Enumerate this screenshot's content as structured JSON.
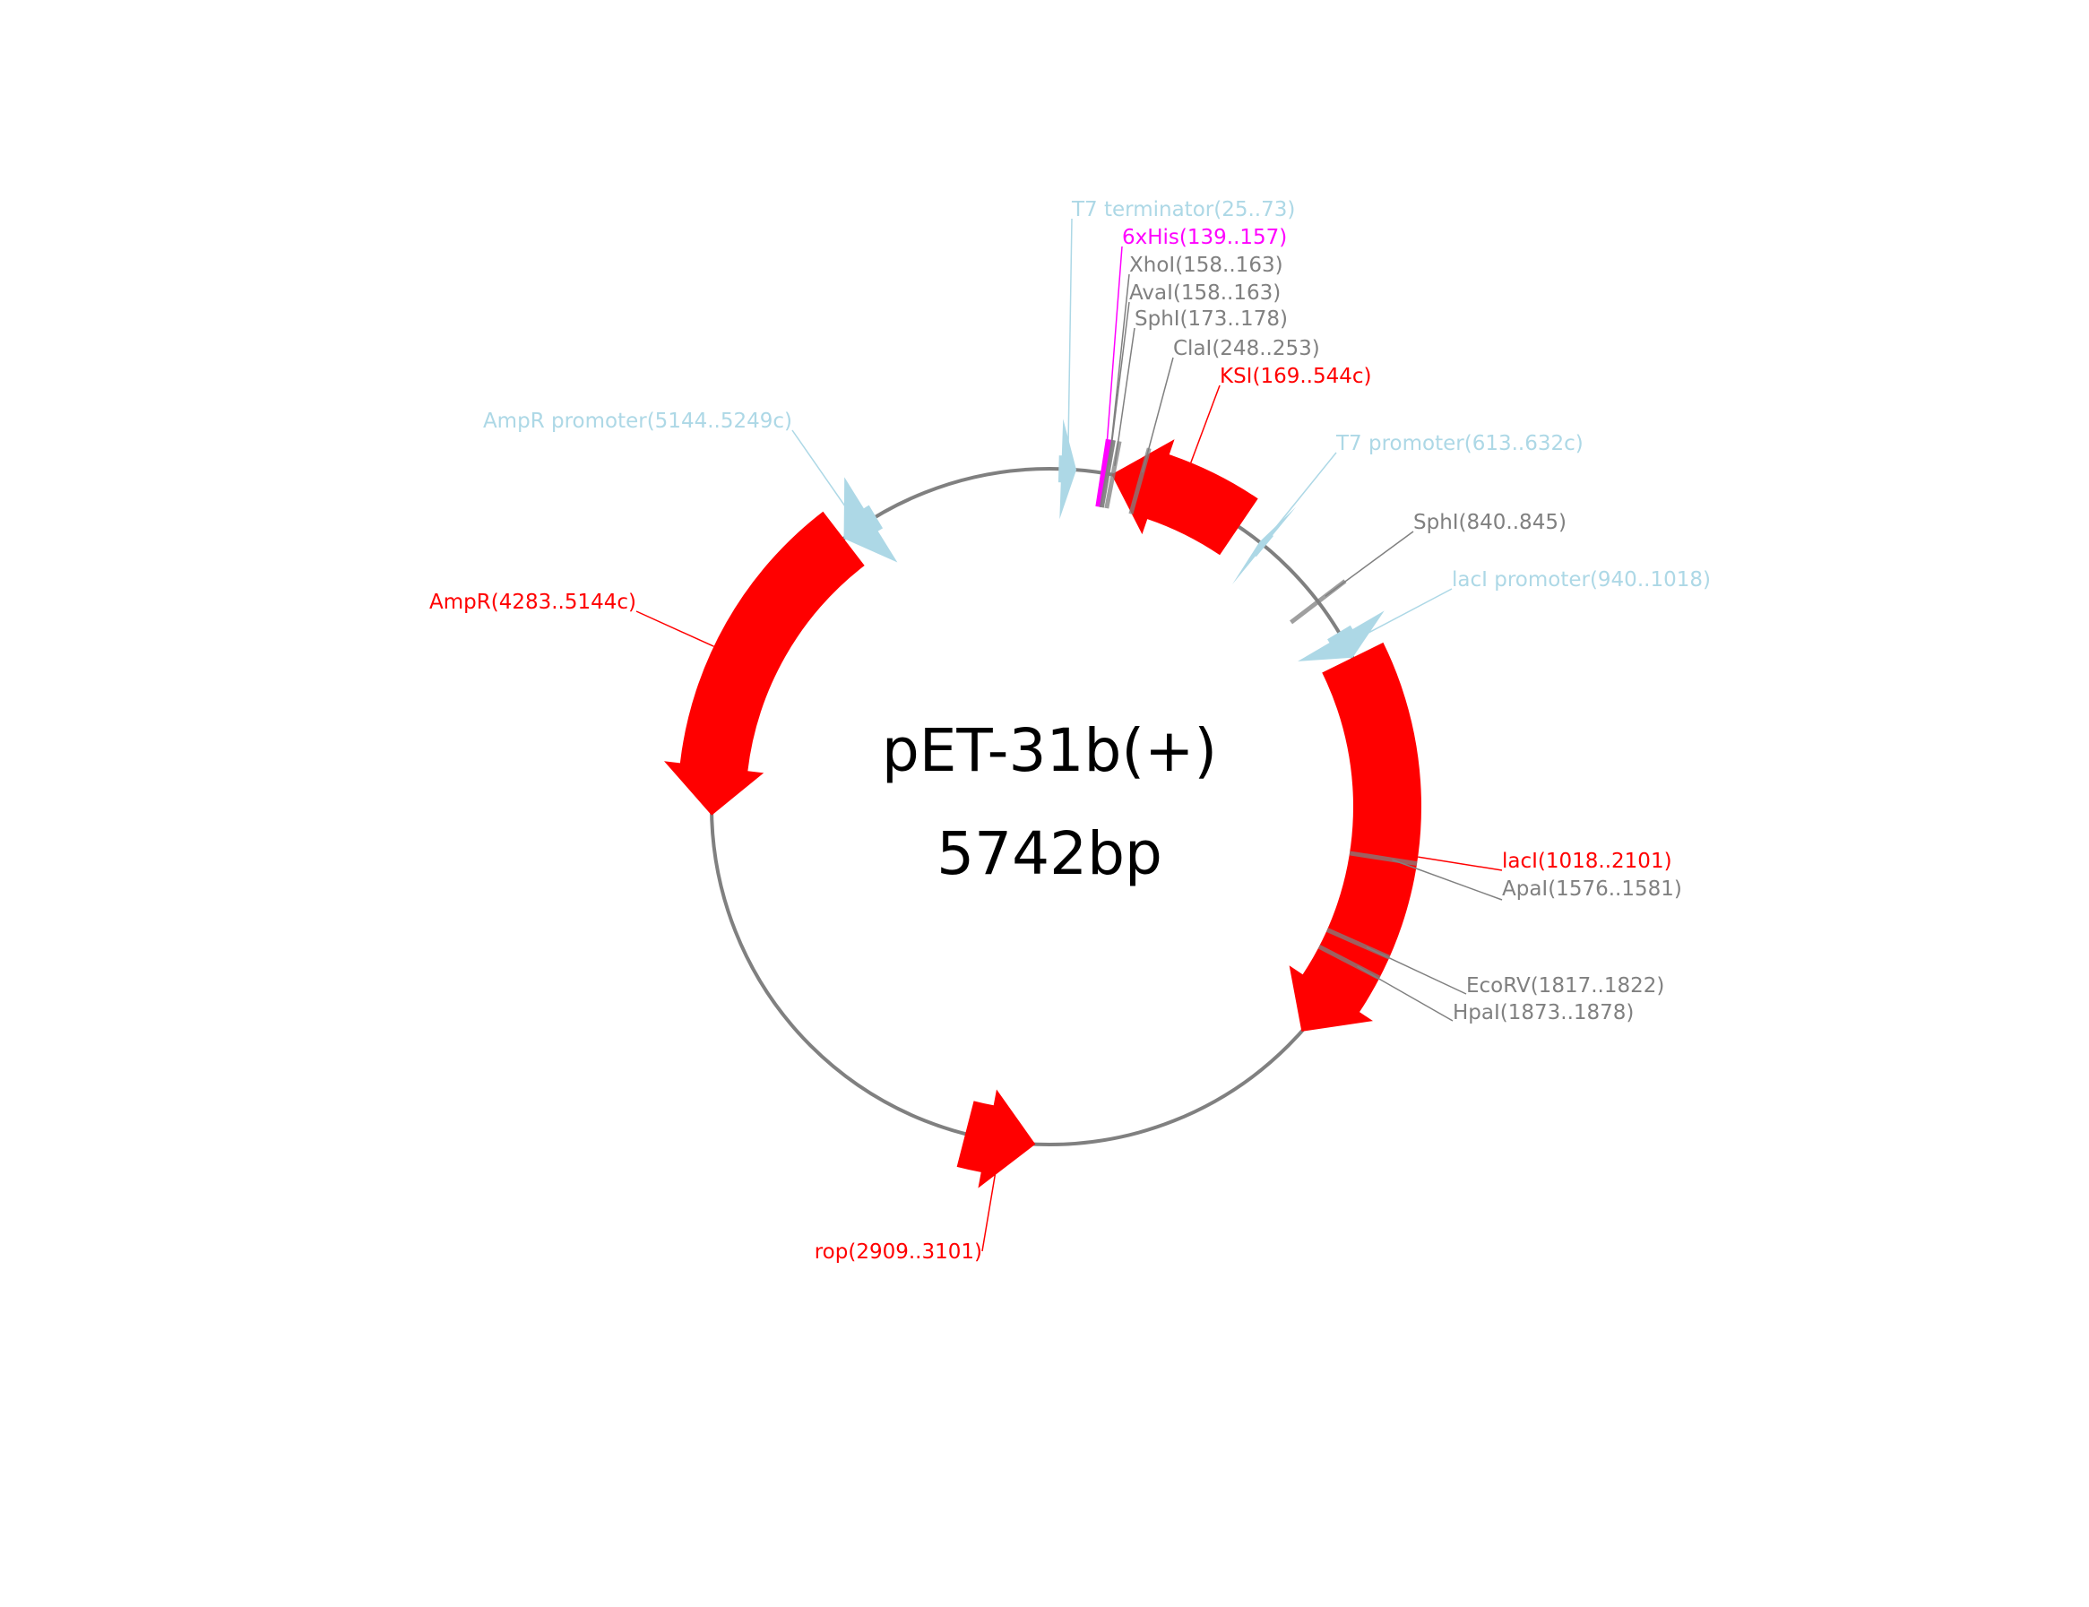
{
  "map": {
    "name": "pET-31b(+)",
    "length_label": "5742bp",
    "total_bp": 5742
  },
  "colors": {
    "backbone": "#808080",
    "cds": "#ff0000",
    "regulatory": "#add8e6",
    "tag": "#ff00ff",
    "site": "#808080"
  },
  "features": [
    {
      "name": "T7 terminator",
      "label": "T7 terminator(25..73)",
      "start": 25,
      "end": 73,
      "strand": 1,
      "kind": "regulatory"
    },
    {
      "name": "6xHis",
      "label": "6xHis(139..157)",
      "start": 139,
      "end": 157,
      "strand": 1,
      "kind": "tag"
    },
    {
      "name": "KSI",
      "label": "KSI(169..544c)",
      "start": 169,
      "end": 544,
      "strand": -1,
      "kind": "cds"
    },
    {
      "name": "T7 promoter",
      "label": "T7 promoter(613..632c)",
      "start": 613,
      "end": 632,
      "strand": -1,
      "kind": "regulatory"
    },
    {
      "name": "lacI promoter",
      "label": "lacI promoter(940..1018)",
      "start": 940,
      "end": 1018,
      "strand": 1,
      "kind": "regulatory"
    },
    {
      "name": "lacI",
      "label": "lacI(1018..2101)",
      "start": 1018,
      "end": 2101,
      "strand": 1,
      "kind": "cds"
    },
    {
      "name": "rop",
      "label": "rop(2909..3101)",
      "start": 2909,
      "end": 3101,
      "strand": -1,
      "kind": "cds"
    },
    {
      "name": "AmpR",
      "label": "AmpR(4283..5144c)",
      "start": 4283,
      "end": 5144,
      "strand": -1,
      "kind": "cds"
    },
    {
      "name": "AmpR promoter",
      "label": "AmpR promoter(5144..5249c)",
      "start": 5144,
      "end": 5249,
      "strand": -1,
      "kind": "regulatory"
    }
  ],
  "sites": [
    {
      "name": "XhoI",
      "label": "XhoI(158..163)",
      "pos": 158
    },
    {
      "name": "AvaI",
      "label": "AvaI(158..163)",
      "pos": 158
    },
    {
      "name": "SphI",
      "label": "SphI(173..178)",
      "pos": 173
    },
    {
      "name": "ClaI",
      "label": "ClaI(248..253)",
      "pos": 248
    },
    {
      "name": "SphI",
      "label": "SphI(840..845)",
      "pos": 840
    },
    {
      "name": "ApaI",
      "label": "ApaI(1576..1581)",
      "pos": 1576
    },
    {
      "name": "EcoRV",
      "label": "EcoRV(1817..1822)",
      "pos": 1817
    },
    {
      "name": "HpaI",
      "label": "HpaI(1873..1878)",
      "pos": 1873
    }
  ]
}
